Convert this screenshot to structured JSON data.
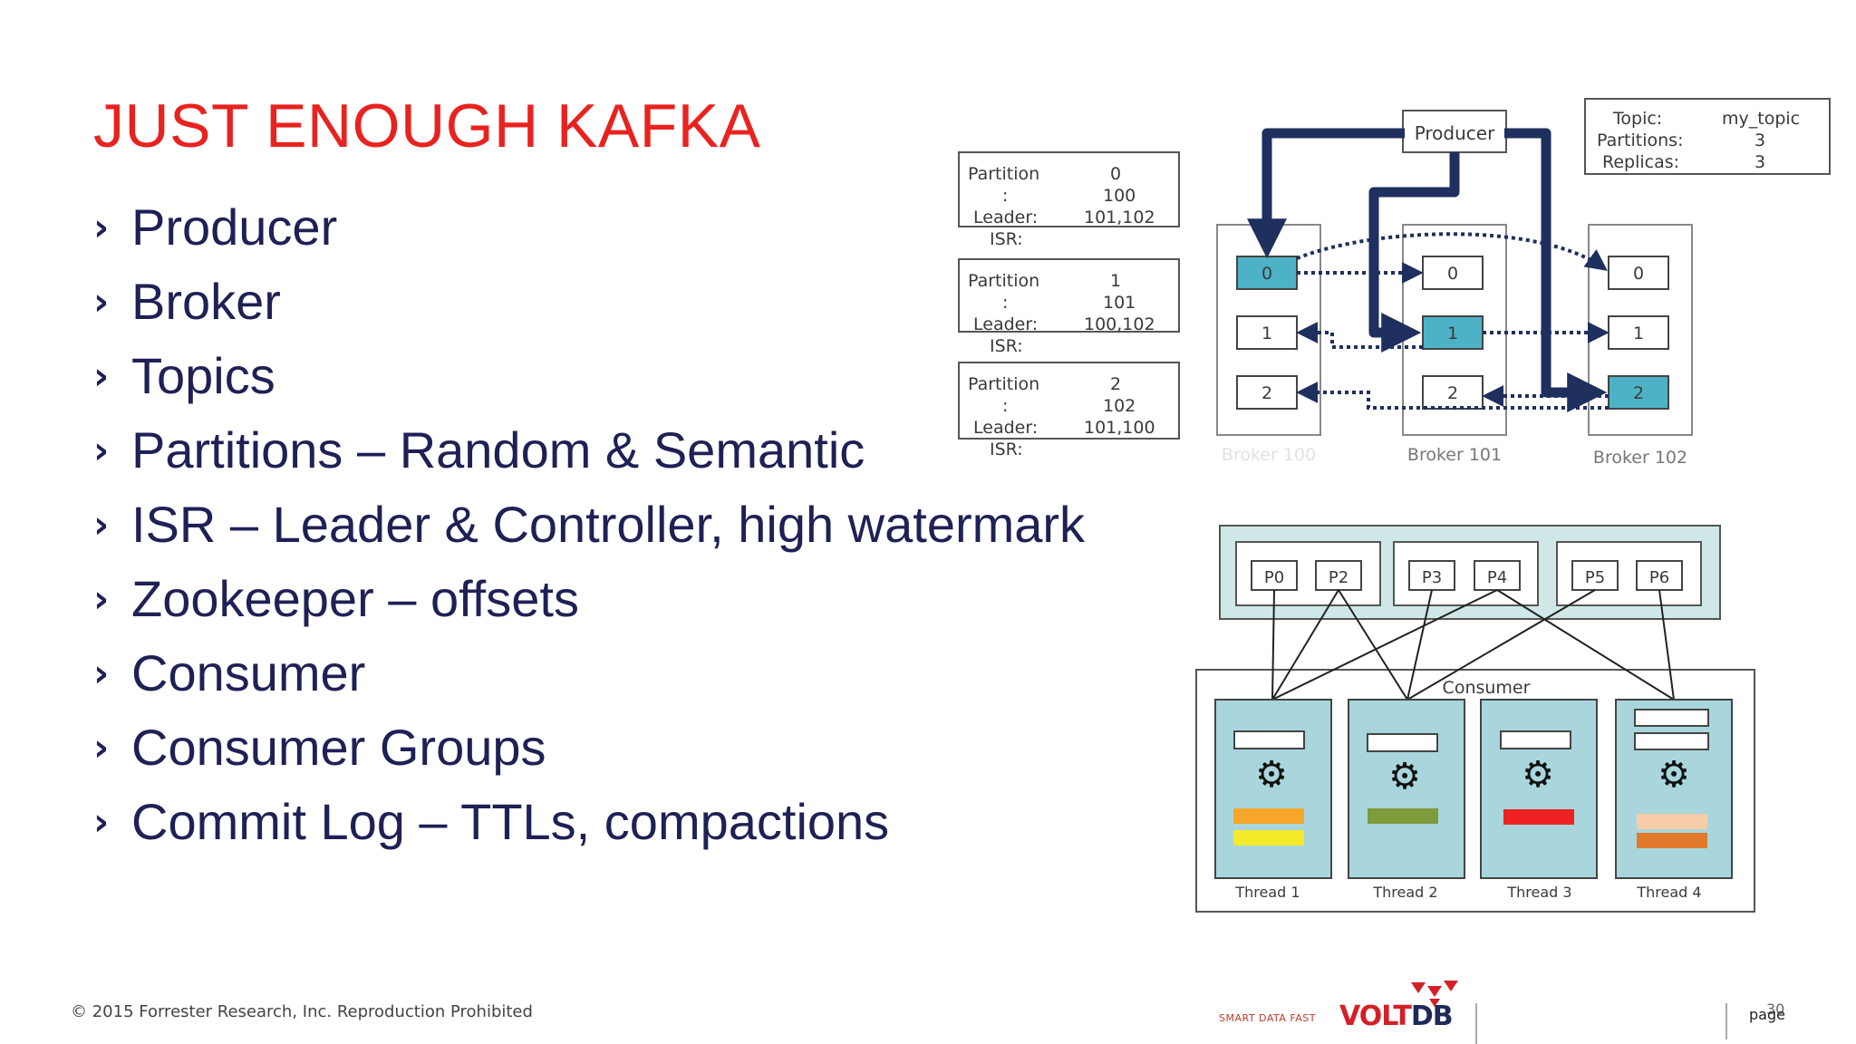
{
  "slide": {
    "title": "JUST ENOUGH KAFKA",
    "bullets": [
      "Producer",
      "Broker",
      "Topics",
      "Partitions – Random & Semantic",
      "ISR – Leader & Controller, high watermark",
      "Zookeeper – offsets",
      "Consumer",
      "Consumer Groups",
      "Commit Log – TTLs, compactions"
    ],
    "bullet_marker": "›"
  },
  "broker_diagram": {
    "producer_label": "Producer",
    "topic_box": {
      "topic_label": "Topic:",
      "topic_value": "my_topic",
      "partitions_label": "Partitions:",
      "partitions_value": "3",
      "replicas_label": "Replicas:",
      "replicas_value": "3"
    },
    "partition_boxes": [
      {
        "partition_label": "Partition",
        "partition_value": "0",
        "colon": ":",
        "leader_value": "100",
        "leader_label": "Leader:",
        "isr_value": "101,102",
        "isr_label": "ISR:"
      },
      {
        "partition_label": "Partition",
        "partition_value": "1",
        "colon": ":",
        "leader_value": "101",
        "leader_label": "Leader:",
        "isr_value": "100,102",
        "isr_label": "ISR:"
      },
      {
        "partition_label": "Partition",
        "partition_value": "2",
        "colon": ":",
        "leader_value": "102",
        "leader_label": "Leader:",
        "isr_value": "101,100",
        "isr_label": "ISR:"
      }
    ],
    "brokers": [
      {
        "label": "Broker 100",
        "partitions": [
          "0",
          "1",
          "2"
        ]
      },
      {
        "label": "Broker 101",
        "partitions": [
          "0",
          "1",
          "2"
        ]
      },
      {
        "label": "Broker 102",
        "partitions": [
          "0",
          "1",
          "2"
        ]
      }
    ],
    "colors": {
      "arrow": "#1f2f5e",
      "leader_fill": "#4eb2c6",
      "leader_fill_alt": "#62bccc"
    }
  },
  "consumer_diagram": {
    "partitions": [
      "P0",
      "P2",
      "P3",
      "P4",
      "P5",
      "P6"
    ],
    "consumer_label": "Consumer",
    "threads": [
      "Thread 1",
      "Thread 2",
      "Thread 3",
      "Thread 4"
    ],
    "colors": {
      "panel_fill": "#cfe7e7",
      "thread_fill": "#a8d6dc",
      "thread1": [
        "#f6a62b",
        "#f4ea2a"
      ],
      "thread2": [
        "#7e9a3a"
      ],
      "thread3": [
        "#ee2222"
      ],
      "thread4": [
        "#f6cda8",
        "#e27a2e"
      ]
    },
    "icon": "gears-icon"
  },
  "footer": {
    "copyright": "© 2015 Forrester Research, Inc. Reproduction Prohibited",
    "tagline": "SMART DATA FAST",
    "logo_volt": "VOLT",
    "logo_db": "DB",
    "page_label": "page",
    "page_number": "30"
  }
}
